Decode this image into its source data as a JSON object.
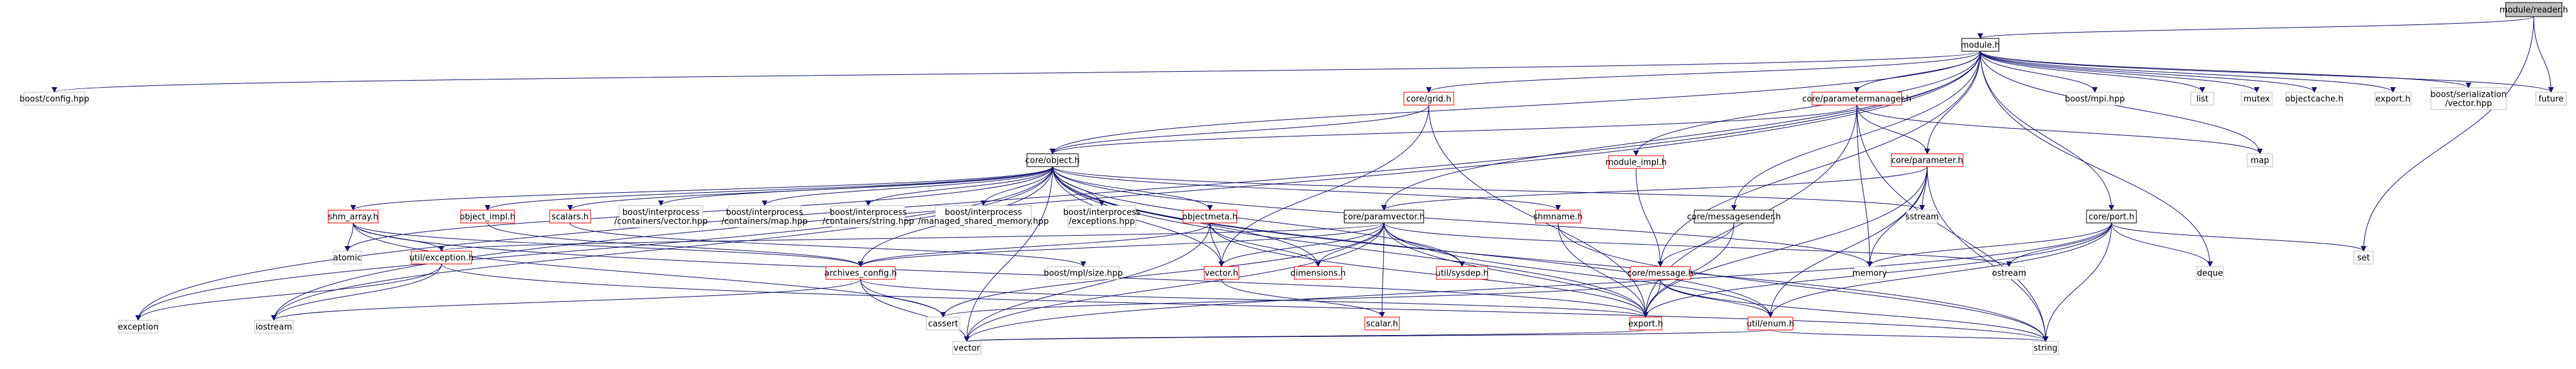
{
  "colors": {
    "edge": "#191970",
    "normal_border": "#000000",
    "missing_border": "#bfbfbf",
    "red_border": "#ff0000",
    "root_fill": "#bfbfbf",
    "node_fill": "#ffffff",
    "text": "#000000"
  },
  "nodes": [
    {
      "id": "n_module_reader",
      "label": "module/reader.h",
      "style": "root"
    },
    {
      "id": "n_module",
      "label": "module.h",
      "style": "normal"
    },
    {
      "id": "n_boost_config",
      "label": "boost/config.hpp",
      "style": "missing"
    },
    {
      "id": "n_iostream",
      "label": "iostream",
      "style": "missing"
    },
    {
      "id": "n_exception",
      "label": "exception",
      "style": "missing"
    },
    {
      "id": "n_core_object",
      "label": "core/object.h",
      "style": "normal"
    },
    {
      "id": "n_core_grid",
      "label": "core/grid.h",
      "style": "red"
    },
    {
      "id": "n_core_parametermanager",
      "label": "core/parametermanager.h",
      "style": "red"
    },
    {
      "id": "n_module_impl",
      "label": "module_impl.h",
      "style": "red"
    },
    {
      "id": "n_boost_mpi",
      "label": "boost/mpi.hpp",
      "style": "missing"
    },
    {
      "id": "n_list",
      "label": "list",
      "style": "missing"
    },
    {
      "id": "n_mutex",
      "label": "mutex",
      "style": "missing"
    },
    {
      "id": "n_objectcache",
      "label": "objectcache.h",
      "style": "missing"
    },
    {
      "id": "n_export_top",
      "label": "export.h",
      "style": "missing"
    },
    {
      "id": "n_boost_serialization_vector",
      "label": "boost/serialization\n/vector.hpp",
      "style": "missing"
    },
    {
      "id": "n_future",
      "label": "future",
      "style": "missing"
    },
    {
      "id": "n_map",
      "label": "map",
      "style": "missing"
    },
    {
      "id": "n_set",
      "label": "set",
      "style": "missing"
    },
    {
      "id": "n_core_parameter",
      "label": "core/parameter.h",
      "style": "red"
    },
    {
      "id": "n_core_port",
      "label": "core/port.h",
      "style": "normal"
    },
    {
      "id": "n_core_messagesender",
      "label": "core/messagesender.h",
      "style": "normal"
    },
    {
      "id": "n_core_paramvector",
      "label": "core/paramvector.h",
      "style": "normal"
    },
    {
      "id": "n_shm_array",
      "label": "shm_array.h",
      "style": "red"
    },
    {
      "id": "n_object_impl",
      "label": "object_impl.h",
      "style": "red"
    },
    {
      "id": "n_scalars",
      "label": "scalars.h",
      "style": "red"
    },
    {
      "id": "n_bi_vector",
      "label": "boost/interprocess\n/containers/vector.hpp",
      "style": "missing"
    },
    {
      "id": "n_bi_map",
      "label": "boost/interprocess\n/containers/map.hpp",
      "style": "missing"
    },
    {
      "id": "n_bi_string",
      "label": "boost/interprocess\n/containers/string.hpp",
      "style": "missing"
    },
    {
      "id": "n_bi_managed",
      "label": "boost/interprocess\n/managed_shared_memory.hpp",
      "style": "missing"
    },
    {
      "id": "n_bi_exceptions",
      "label": "boost/interprocess\n/exceptions.hpp",
      "style": "missing"
    },
    {
      "id": "n_objectmeta",
      "label": "objectmeta.h",
      "style": "red"
    },
    {
      "id": "n_shmname",
      "label": "shmname.h",
      "style": "red"
    },
    {
      "id": "n_sstream",
      "label": "sstream",
      "style": "missing"
    },
    {
      "id": "n_atomic",
      "label": "atomic",
      "style": "missing"
    },
    {
      "id": "n_util_exception",
      "label": "util/exception.h",
      "style": "red"
    },
    {
      "id": "n_archives_config",
      "label": "archives_config.h",
      "style": "red"
    },
    {
      "id": "n_boost_mpl_size",
      "label": "boost/mpl/size.hpp",
      "style": "missing"
    },
    {
      "id": "n_vector_h",
      "label": "vector.h",
      "style": "red"
    },
    {
      "id": "n_dimensions",
      "label": "dimensions.h",
      "style": "red"
    },
    {
      "id": "n_util_sysdep",
      "label": "util/sysdep.h",
      "style": "red"
    },
    {
      "id": "n_core_message",
      "label": "core/message.h",
      "style": "red"
    },
    {
      "id": "n_memory",
      "label": "memory",
      "style": "missing"
    },
    {
      "id": "n_ostream",
      "label": "ostream",
      "style": "missing"
    },
    {
      "id": "n_deque",
      "label": "deque",
      "style": "missing"
    },
    {
      "id": "n_cassert",
      "label": "cassert",
      "style": "missing"
    },
    {
      "id": "n_scalar",
      "label": "scalar.h",
      "style": "red"
    },
    {
      "id": "n_export_main",
      "label": "export.h",
      "style": "red"
    },
    {
      "id": "n_util_enum",
      "label": "util/enum.h",
      "style": "red"
    },
    {
      "id": "n_vector",
      "label": "vector",
      "style": "missing"
    },
    {
      "id": "n_string",
      "label": "string",
      "style": "missing"
    }
  ],
  "edges": [
    [
      "n_module_reader",
      "n_module"
    ],
    [
      "n_module_reader",
      "n_future"
    ],
    [
      "n_module_reader",
      "n_set"
    ],
    [
      "n_module",
      "n_boost_config"
    ],
    [
      "n_module",
      "n_iostream"
    ],
    [
      "n_module",
      "n_exception"
    ],
    [
      "n_module",
      "n_core_object"
    ],
    [
      "n_module",
      "n_core_grid"
    ],
    [
      "n_module",
      "n_core_parametermanager"
    ],
    [
      "n_module",
      "n_module_impl"
    ],
    [
      "n_module",
      "n_boost_mpi"
    ],
    [
      "n_module",
      "n_list"
    ],
    [
      "n_module",
      "n_mutex"
    ],
    [
      "n_module",
      "n_objectcache"
    ],
    [
      "n_module",
      "n_export_top"
    ],
    [
      "n_module",
      "n_boost_serialization_vector"
    ],
    [
      "n_module",
      "n_future"
    ],
    [
      "n_module",
      "n_map"
    ],
    [
      "n_module",
      "n_core_parameter"
    ],
    [
      "n_module",
      "n_core_port"
    ],
    [
      "n_module",
      "n_core_messagesender"
    ],
    [
      "n_module",
      "n_core_paramvector"
    ],
    [
      "n_module",
      "n_core_message"
    ],
    [
      "n_module",
      "n_deque"
    ],
    [
      "n_core_grid",
      "n_core_object"
    ],
    [
      "n_core_grid",
      "n_vector_h"
    ],
    [
      "n_core_grid",
      "n_export_main"
    ],
    [
      "n_core_parametermanager",
      "n_core_object"
    ],
    [
      "n_core_parametermanager",
      "n_core_parameter"
    ],
    [
      "n_core_parametermanager",
      "n_map"
    ],
    [
      "n_core_parametermanager",
      "n_memory"
    ],
    [
      "n_core_parametermanager",
      "n_string"
    ],
    [
      "n_core_parametermanager",
      "n_export_main"
    ],
    [
      "n_module_impl",
      "n_core_message"
    ],
    [
      "n_core_object",
      "n_shm_array"
    ],
    [
      "n_core_object",
      "n_object_impl"
    ],
    [
      "n_core_object",
      "n_scalars"
    ],
    [
      "n_core_object",
      "n_bi_vector"
    ],
    [
      "n_core_object",
      "n_bi_map"
    ],
    [
      "n_core_object",
      "n_bi_string"
    ],
    [
      "n_core_object",
      "n_bi_managed"
    ],
    [
      "n_core_object",
      "n_bi_exceptions"
    ],
    [
      "n_core_object",
      "n_objectmeta"
    ],
    [
      "n_core_object",
      "n_shmname"
    ],
    [
      "n_core_object",
      "n_iostream"
    ],
    [
      "n_core_object",
      "n_exception"
    ],
    [
      "n_core_object",
      "n_atomic"
    ],
    [
      "n_core_object",
      "n_vector"
    ],
    [
      "n_core_object",
      "n_memory"
    ],
    [
      "n_core_object",
      "n_string"
    ],
    [
      "n_core_object",
      "n_archives_config"
    ],
    [
      "n_core_object",
      "n_vector_h"
    ],
    [
      "n_core_object",
      "n_dimensions"
    ],
    [
      "n_core_object",
      "n_util_sysdep"
    ],
    [
      "n_core_object",
      "n_util_enum"
    ],
    [
      "n_core_object",
      "n_export_main"
    ],
    [
      "n_core_object",
      "n_sstream"
    ],
    [
      "n_core_parameter",
      "n_core_paramvector"
    ],
    [
      "n_core_parameter",
      "n_sstream"
    ],
    [
      "n_core_parameter",
      "n_util_enum"
    ],
    [
      "n_core_parameter",
      "n_export_main"
    ],
    [
      "n_core_parameter",
      "n_string"
    ],
    [
      "n_core_parameter",
      "n_memory"
    ],
    [
      "n_core_port",
      "n_set"
    ],
    [
      "n_core_port",
      "n_deque"
    ],
    [
      "n_core_port",
      "n_memory"
    ],
    [
      "n_core_port",
      "n_ostream"
    ],
    [
      "n_core_port",
      "n_string"
    ],
    [
      "n_core_port",
      "n_export_main"
    ],
    [
      "n_core_port",
      "n_util_enum"
    ],
    [
      "n_core_port",
      "n_vector"
    ],
    [
      "n_core_messagesender",
      "n_core_message"
    ],
    [
      "n_core_messagesender",
      "n_export_main"
    ],
    [
      "n_core_paramvector",
      "n_util_exception"
    ],
    [
      "n_core_paramvector",
      "n_vector_h"
    ],
    [
      "n_core_paramvector",
      "n_dimensions"
    ],
    [
      "n_core_paramvector",
      "n_util_sysdep"
    ],
    [
      "n_core_paramvector",
      "n_archives_config"
    ],
    [
      "n_core_paramvector",
      "n_ostream"
    ],
    [
      "n_core_paramvector",
      "n_cassert"
    ],
    [
      "n_core_paramvector",
      "n_scalar"
    ],
    [
      "n_core_paramvector",
      "n_export_main"
    ],
    [
      "n_core_paramvector",
      "n_vector"
    ],
    [
      "n_core_paramvector",
      "n_util_enum"
    ],
    [
      "n_shm_array",
      "n_atomic"
    ],
    [
      "n_shm_array",
      "n_util_exception"
    ],
    [
      "n_shm_array",
      "n_archives_config"
    ],
    [
      "n_shm_array",
      "n_cassert"
    ],
    [
      "n_shm_array",
      "n_export_main"
    ],
    [
      "n_object_impl",
      "n_archives_config"
    ],
    [
      "n_scalars",
      "n_boost_mpl_size"
    ],
    [
      "n_objectmeta",
      "n_archives_config"
    ],
    [
      "n_objectmeta",
      "n_vector_h"
    ],
    [
      "n_objectmeta",
      "n_dimensions"
    ],
    [
      "n_objectmeta",
      "n_export_main"
    ],
    [
      "n_objectmeta",
      "n_vector"
    ],
    [
      "n_shmname",
      "n_export_main"
    ],
    [
      "n_shmname",
      "n_string"
    ],
    [
      "n_util_exception",
      "n_exception"
    ],
    [
      "n_util_exception",
      "n_iostream"
    ],
    [
      "n_util_exception",
      "n_string"
    ],
    [
      "n_archives_config",
      "n_cassert"
    ],
    [
      "n_archives_config",
      "n_vector"
    ],
    [
      "n_archives_config",
      "n_iostream"
    ],
    [
      "n_archives_config",
      "n_export_main"
    ],
    [
      "n_vector_h",
      "n_scalar"
    ],
    [
      "n_core_message",
      "n_util_enum"
    ],
    [
      "n_core_message",
      "n_cassert"
    ],
    [
      "n_core_message",
      "n_export_main"
    ],
    [
      "n_core_message",
      "n_string"
    ],
    [
      "n_util_enum",
      "n_vector"
    ],
    [
      "n_util_enum",
      "n_string"
    ],
    [
      "n_export_main",
      "n_vector"
    ]
  ]
}
